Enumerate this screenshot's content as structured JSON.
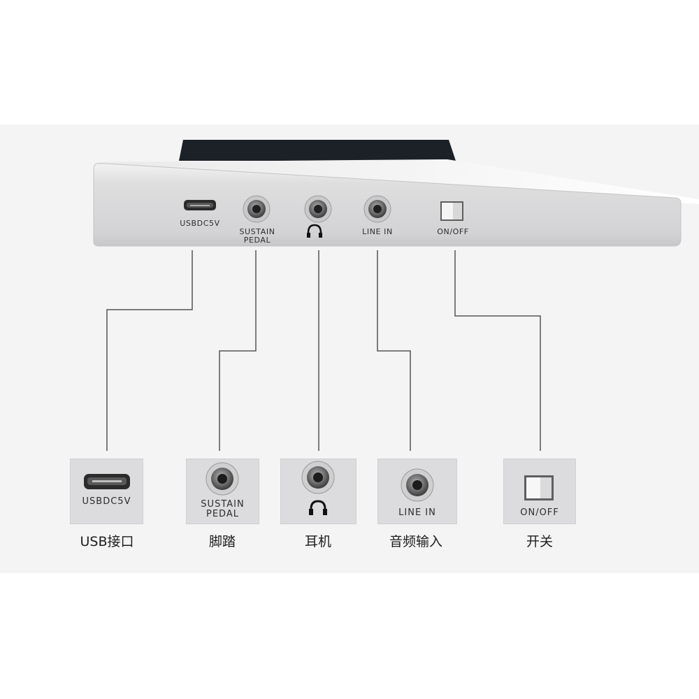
{
  "panel": {
    "usb_label": "USBDC5V",
    "sustain_label": "SUSTAIN\nPEDAL",
    "line_in_label": "LINE IN",
    "onoff_label": "ON/OFF",
    "headphone_icon": "headphone-icon"
  },
  "ports": [
    {
      "id": "usb",
      "tile_label": "USBDC5V",
      "caption": "USB接口",
      "icon": "micro-usb-port-icon"
    },
    {
      "id": "sustain",
      "tile_label": "SUSTAIN\nPEDAL",
      "caption": "脚踏",
      "icon": "audio-jack-icon"
    },
    {
      "id": "headphone",
      "tile_label": "",
      "caption": "耳机",
      "icon": "headphone-icon"
    },
    {
      "id": "line-in",
      "tile_label": "LINE IN",
      "caption": "音频输入",
      "icon": "audio-jack-icon"
    },
    {
      "id": "onoff",
      "tile_label": "ON/OFF",
      "caption": "开关",
      "icon": "power-switch-icon"
    }
  ],
  "colors": {
    "band": "#f4f4f5",
    "panel": "#d9d9db",
    "tile": "#dcdcde",
    "leader_line": "#555555"
  }
}
